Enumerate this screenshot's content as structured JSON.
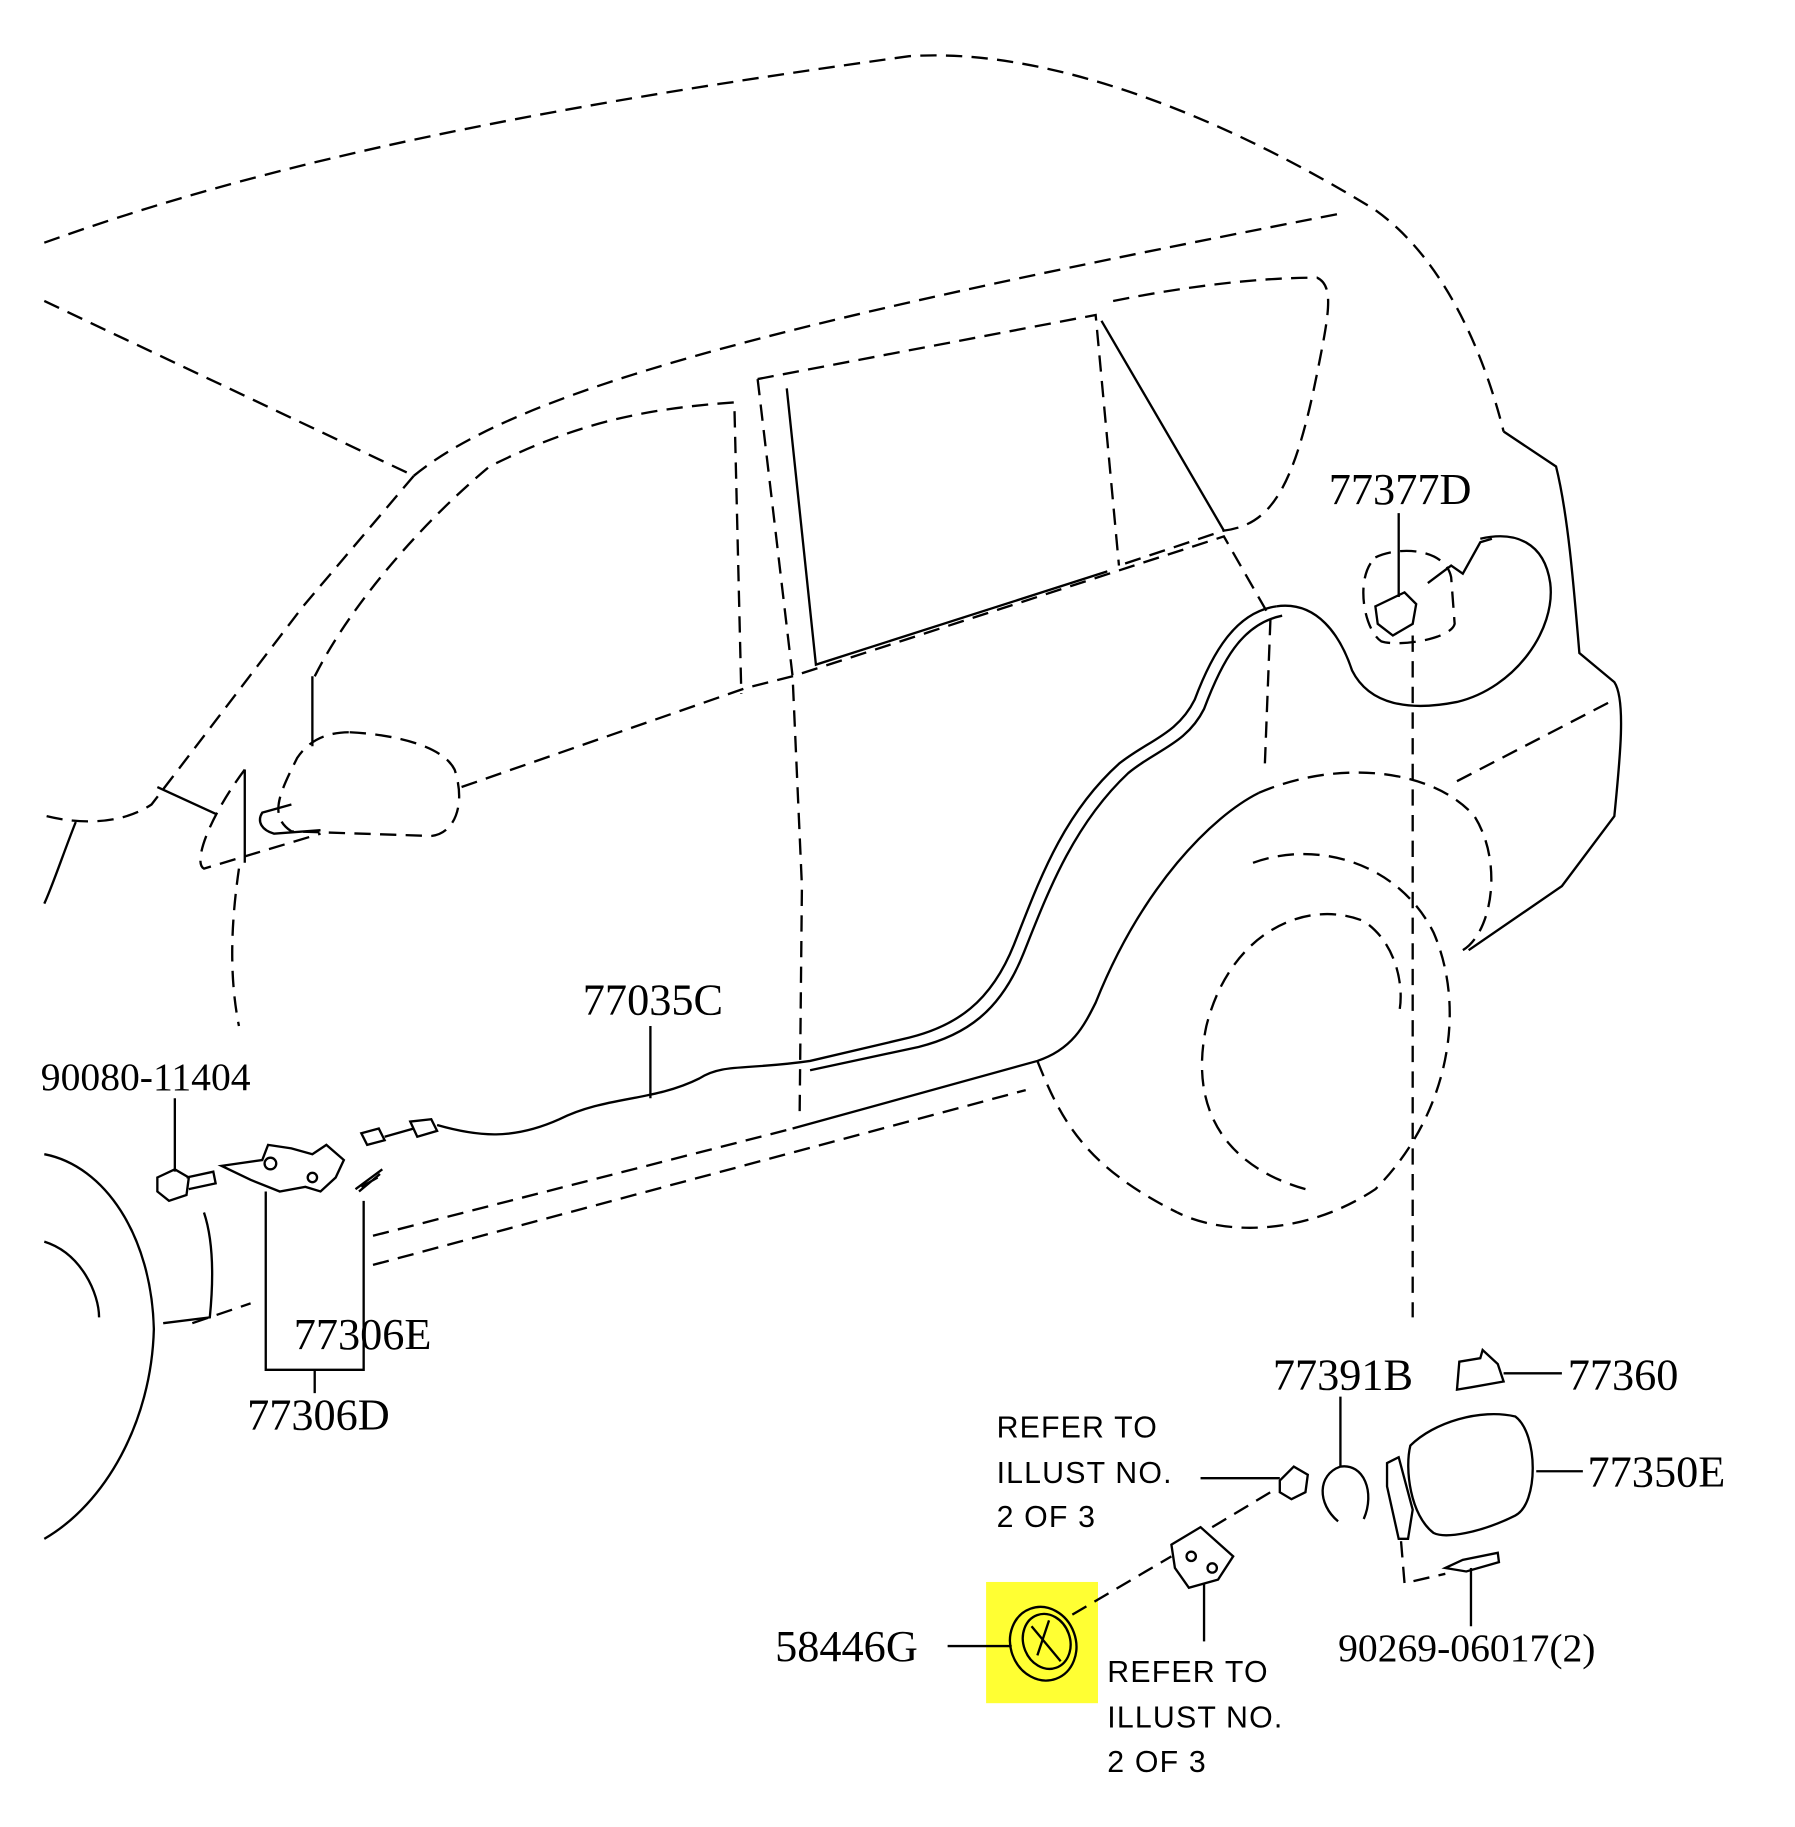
{
  "diagram": {
    "highlight_color": "#ffff33",
    "part_numbers": {
      "p77377D": "77377D",
      "p77035C": "77035C",
      "p90080": "90080-11404",
      "p77306E": "77306E",
      "p77306D": "77306D",
      "p77391B": "77391B",
      "p77360": "77360",
      "p77350E": "77350E",
      "p58446G": "58446G",
      "p90269": "90269-06017(2)"
    },
    "refer_notes": [
      {
        "line1": "REFER TO",
        "line2": "ILLUST NO.",
        "line3": "2 OF 3"
      },
      {
        "line1": "REFER TO",
        "line2": "ILLUST NO.",
        "line3": "2 OF 3"
      }
    ]
  }
}
